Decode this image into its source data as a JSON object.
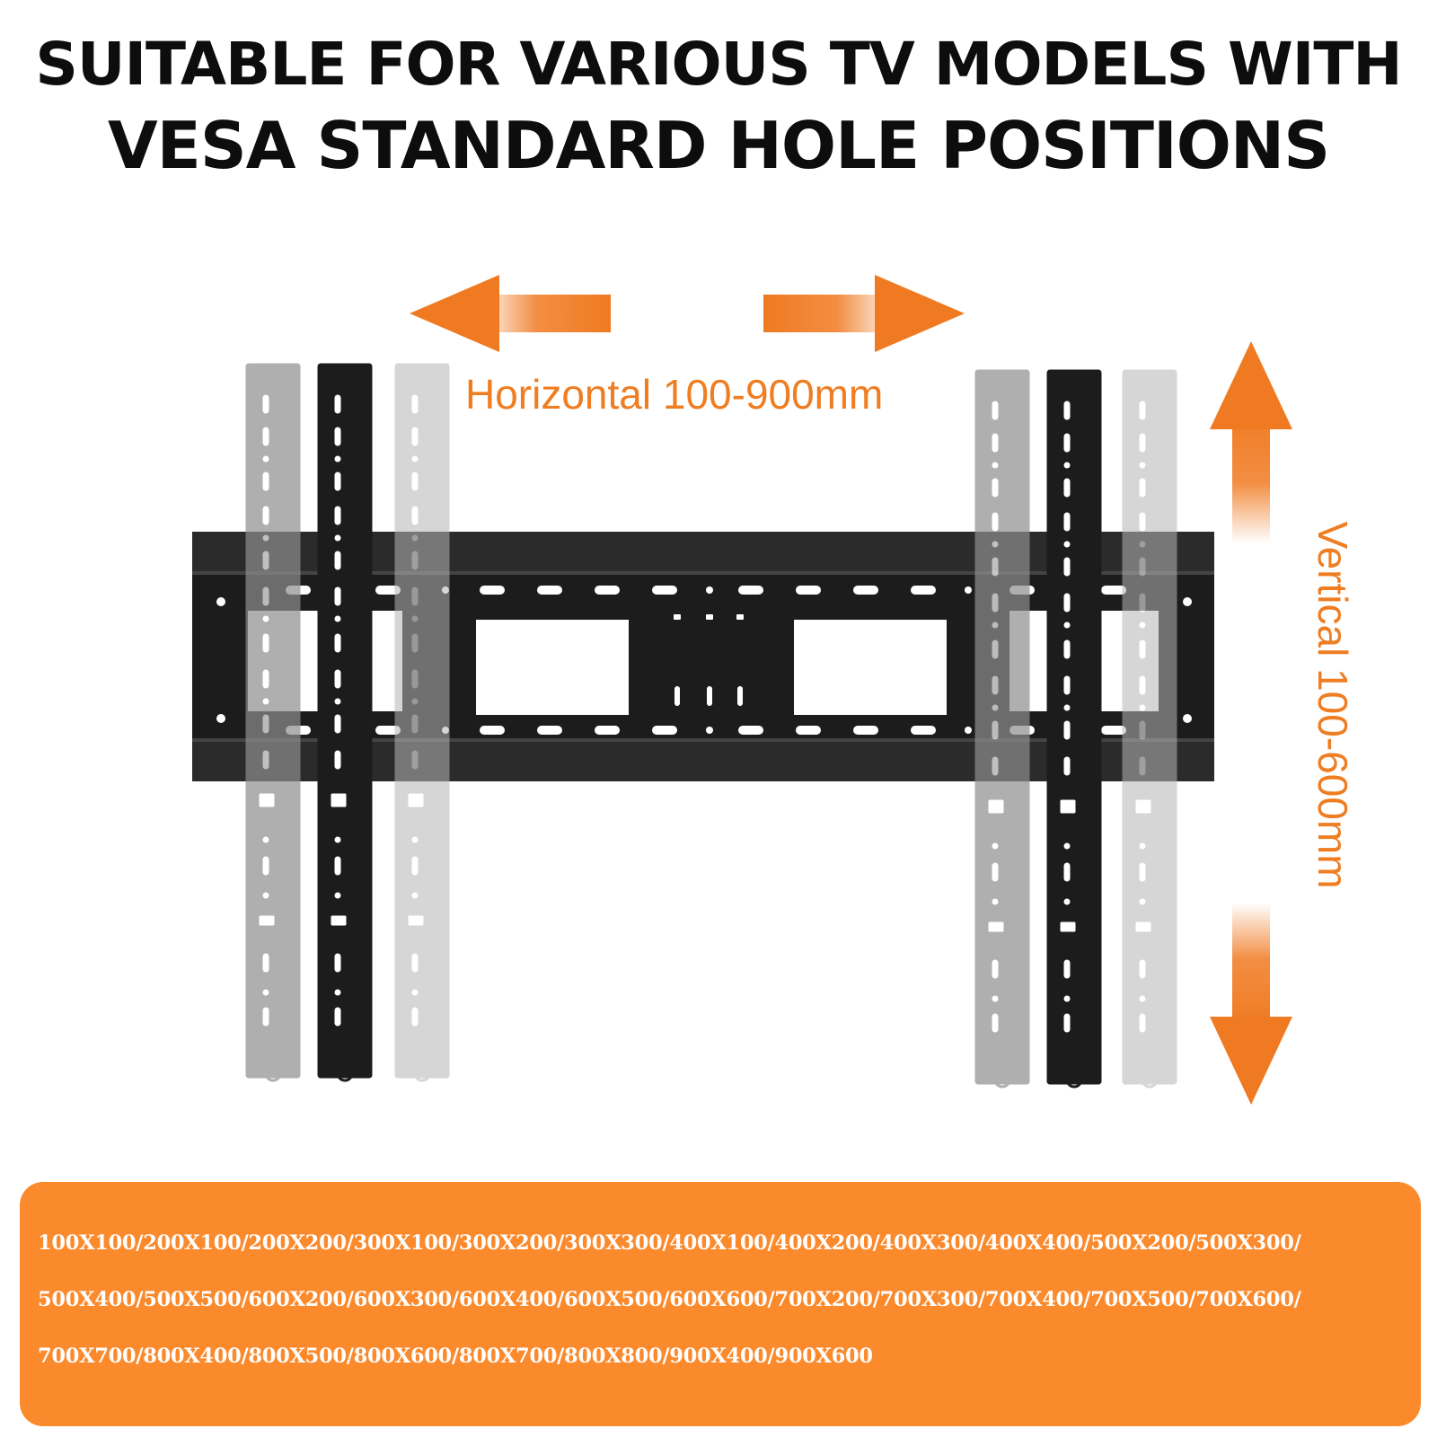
{
  "title": {
    "line1": "SUITABLE FOR VARIOUS TV MODELS WITH",
    "line2": "VESA STANDARD HOLE POSITIONS"
  },
  "adjustment": {
    "horizontal_label": "Horizontal 100-900mm",
    "vertical_label": "Vertical 100-600mm",
    "accent_color": "#ef7d22"
  },
  "vesa_sizes": {
    "line1": "100X100/200X100/200X200/300X100/300X200/300X300/400X100/400X200/400X300/400X400/500X200/500X300/",
    "line2": "500X400/500X500/600X200/600X300/600X400/600X500/600X600/700X200/700X300/700X400/700X500/700X600/",
    "line3": "700X700/800X400/800X500/800X600/800X700/800X800/900X400/900X600",
    "panel_color": "#fb8a2c"
  },
  "product": {
    "type": "TV wall mount bracket",
    "color": "#1c1c1c"
  }
}
